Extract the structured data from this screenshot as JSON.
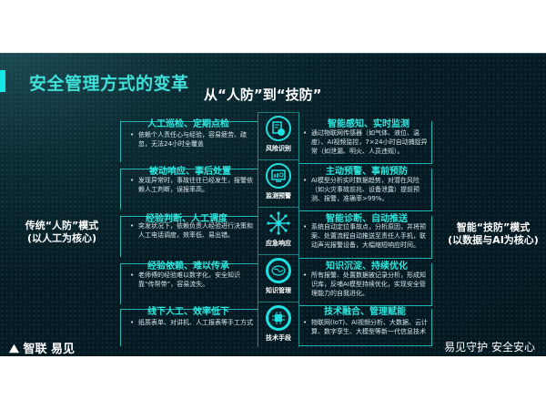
{
  "slide": {
    "title": "安全管理方式的变革",
    "subtitle": "从“人防”到“技防”",
    "left_mode": {
      "line1": "传统“人防”模式",
      "line2": "(以人工为核心)"
    },
    "right_mode": {
      "line1": "智能“技防”模式",
      "line2": "(以数据与AI为核心)"
    },
    "left_cards": [
      {
        "title": "人工巡检、定期点检",
        "body": "依赖个人责任心与经验，容易疲劳、疏忽，无法24小时全覆盖"
      },
      {
        "title": "被动响应、事后处置",
        "body": "发现异常时，事故往往已经发生，报警依赖人工判断，误报率高。"
      },
      {
        "title": "经验判断、人工调度",
        "body": "突发状况下，依赖负责人经验进行决策和人工电话调度，效率低、易出错。"
      },
      {
        "title": "经验依赖、难以传承",
        "body": "老师傅的经验难以数字化，安全知识靠“传帮带”，容易流失。"
      },
      {
        "title": "线下人工、效率低下",
        "body": "纸质表单、对讲机、人工报表等手工方式"
      }
    ],
    "right_cards": [
      {
        "title": "智能感知、实时监测",
        "body": "通过物联网传感器（如气体、液位、温度）、AI视频监控，7×24小时自动捕捉异常（如泄漏、明火、人员违规）。"
      },
      {
        "title": "主动预警、事前预防",
        "body": "AI模型分析实时数据趋势，对潜在风险（如火灾事故前兆、设备泄露）提前预测、报警，准确率>99%。"
      },
      {
        "title": "智能诊断、自动推送",
        "body": "系统自动定位事故点，分析原因，并将预案、处置流程自动推送至责任人手机，联动声光报警设备，大幅缩短响应时间。"
      },
      {
        "title": "知识沉淀、持续优化",
        "body": "所有报警、处置数据被记录分析，形成知识库，反哺AI模型持续优化，实现安全管理能力的自我进化。"
      },
      {
        "title": "技术融合、管理赋能",
        "body": "物联网(IoT)、AI视频分析、大数据、云计算、数字孪生、大模型等新一代信息技术"
      }
    ],
    "center_icons": [
      {
        "icon": "document-globe-icon",
        "label": "风险识别"
      },
      {
        "icon": "monitor-chart-icon",
        "label": "监测预警"
      },
      {
        "icon": "network-burst-icon",
        "label": "应急响应"
      },
      {
        "icon": "brain-icon",
        "label": "知识管理"
      },
      {
        "icon": "chip-icon",
        "label": "技术手段"
      }
    ],
    "footer": {
      "logo": "智联 易见",
      "slogan": "易见守护  安全安心"
    },
    "colors": {
      "accent": "#2ee8e0",
      "background": "#051a22",
      "frame": "#1fb5b5"
    }
  }
}
